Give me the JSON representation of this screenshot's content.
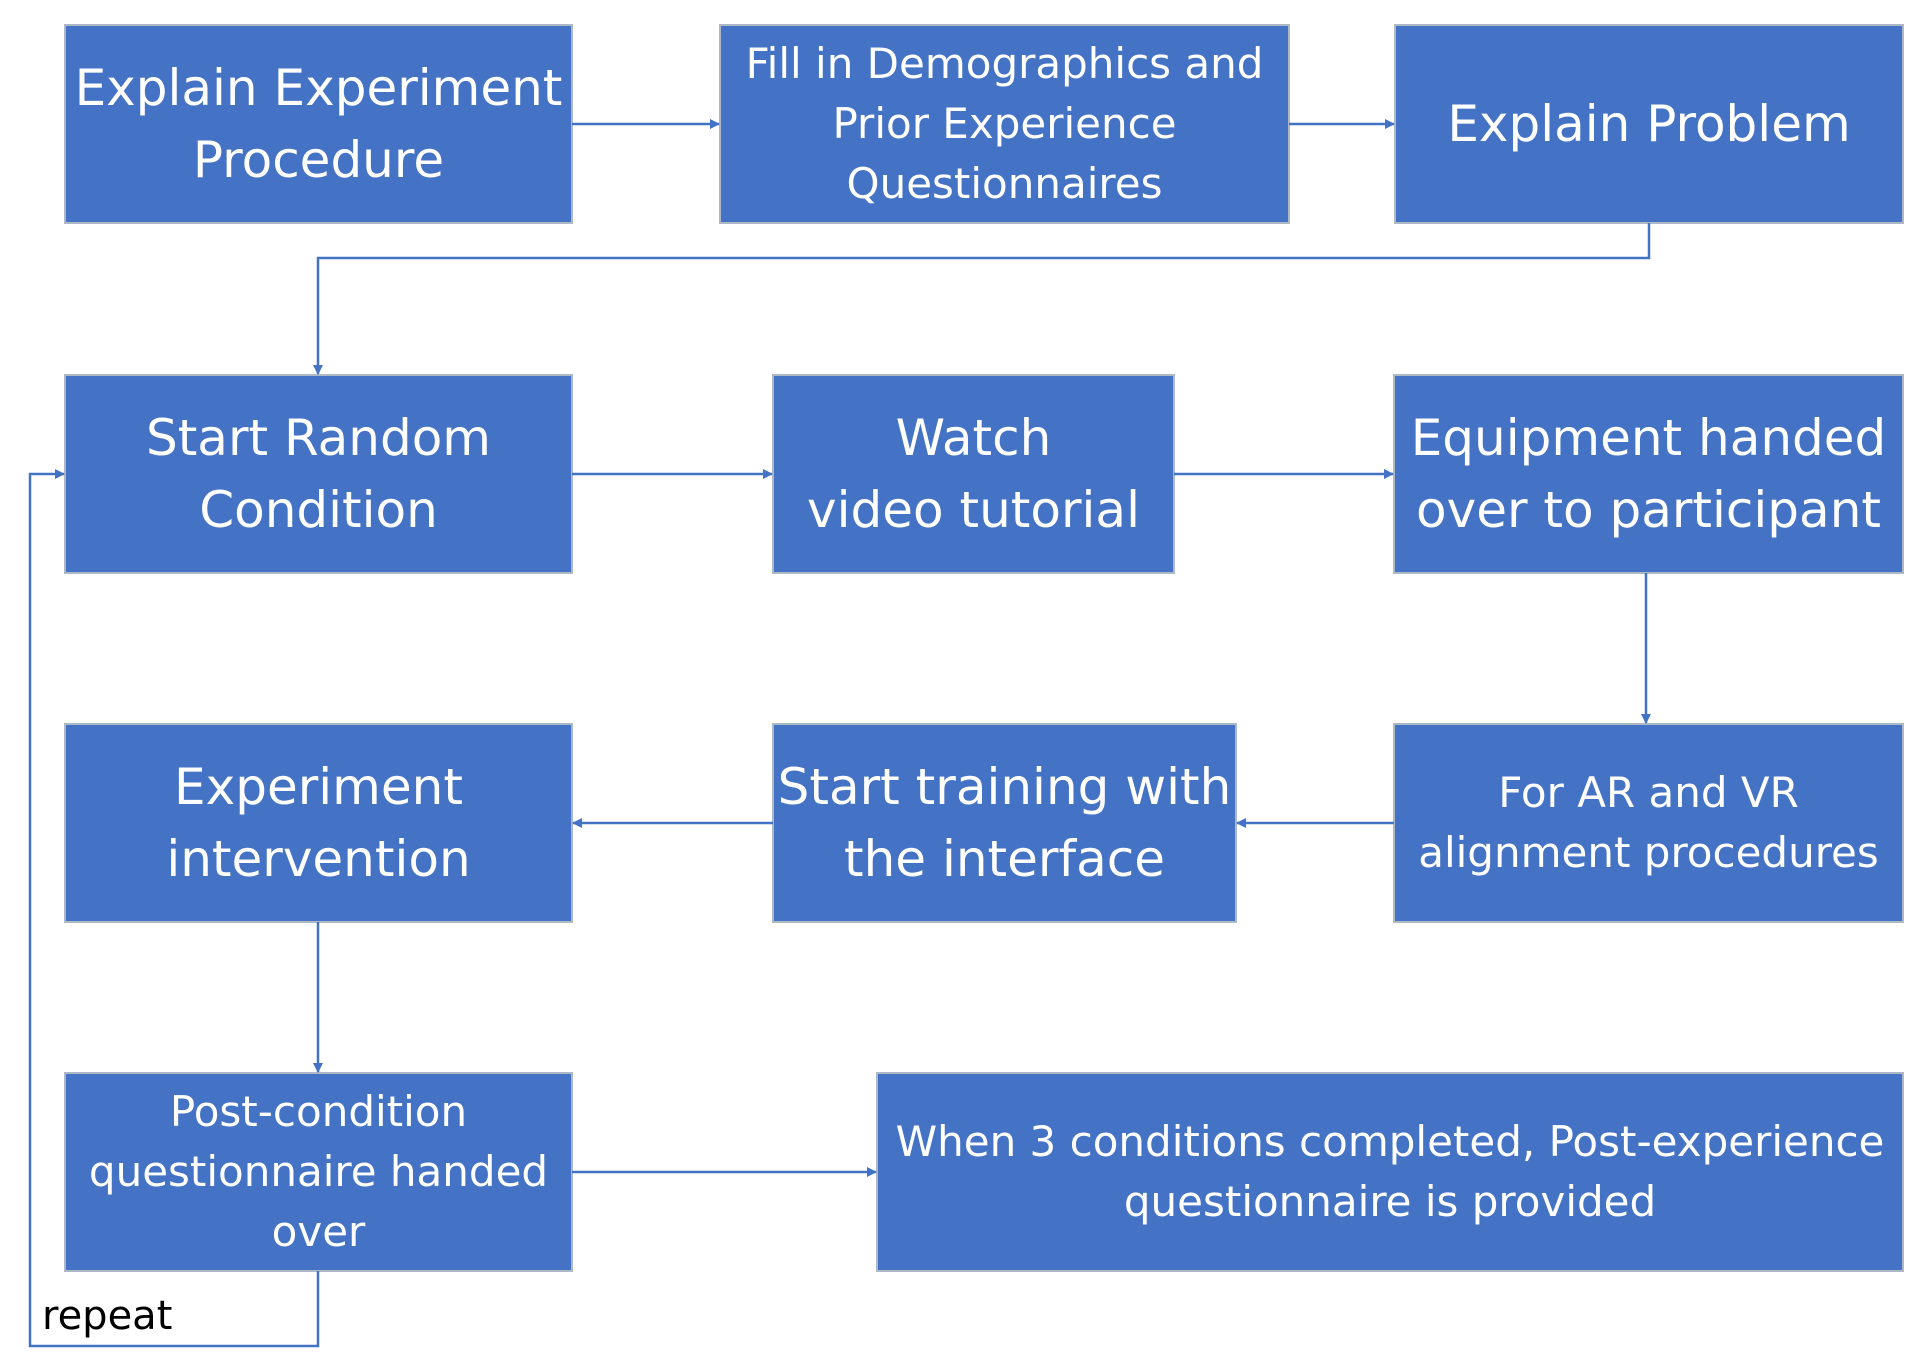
{
  "diagram": {
    "colors": {
      "box_fill": "#4472c4",
      "box_border": "#aeb9c6",
      "connector": "#4472c4",
      "box_text": "#ffffff",
      "label_text": "#000000"
    },
    "boxes": {
      "explain_procedure": {
        "lines": [
          "Explain Experiment",
          "Procedure"
        ]
      },
      "demographics": {
        "lines": [
          "Fill in Demographics and",
          "Prior Experience",
          "Questionnaires"
        ]
      },
      "explain_problem": {
        "lines": [
          "Explain Problem"
        ]
      },
      "start_condition": {
        "lines": [
          "Start Random",
          "Condition"
        ]
      },
      "watch_tutorial": {
        "lines": [
          "Watch",
          "video tutorial"
        ]
      },
      "equipment": {
        "lines": [
          "Equipment handed",
          "over to participant"
        ]
      },
      "alignment": {
        "lines": [
          "For AR and VR",
          "alignment procedures"
        ]
      },
      "training": {
        "lines": [
          "Start training with",
          "the interface"
        ]
      },
      "intervention": {
        "lines": [
          "Experiment",
          "intervention"
        ]
      },
      "post_condition": {
        "lines": [
          "Post-condition",
          "questionnaire handed",
          "over"
        ]
      },
      "post_experience": {
        "lines": [
          "When 3 conditions completed, Post-experience",
          "questionnaire is provided"
        ]
      }
    },
    "loop_label": "repeat"
  }
}
